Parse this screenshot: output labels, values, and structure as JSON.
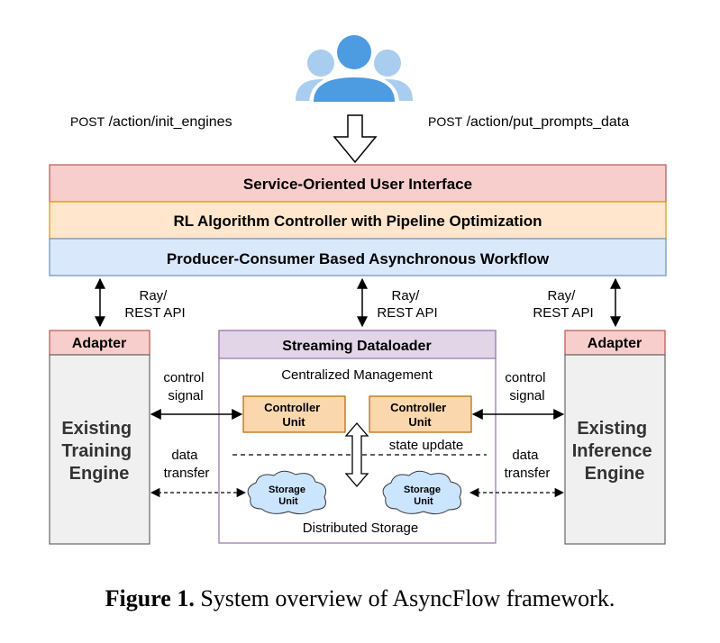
{
  "requests": {
    "left": {
      "method": "POST",
      "path": "/action/init_engines"
    },
    "right": {
      "method": "POST",
      "path": "/action/put_prompts_data"
    }
  },
  "layers": {
    "ui": "Service-Oriented User Interface",
    "controller": "RL Algorithm Controller with Pipeline Optimization",
    "workflow": "Producer-Consumer Based Asynchronous Workflow"
  },
  "links": {
    "ray_line1": "Ray/",
    "ray_line2": "REST API"
  },
  "training": {
    "adapter": "Adapter",
    "line1": "Existing",
    "line2": "Training",
    "line3": "Engine"
  },
  "inference": {
    "adapter": "Adapter",
    "line1": "Existing",
    "line2": "Inference",
    "line3": "Engine"
  },
  "dataloader": {
    "title": "Streaming Dataloader",
    "management": "Centralized Management",
    "controller_line1": "Controller",
    "controller_line2": "Unit",
    "storage_line1": "Storage",
    "storage_line2": "Unit",
    "state_update": "state update",
    "distributed_storage": "Distributed Storage"
  },
  "signals": {
    "control_line1": "control",
    "control_line2": "signal",
    "data_line1": "data",
    "data_line2": "transfer"
  },
  "caption": {
    "label": "Figure 1.",
    "text": "System overview of AsyncFlow framework."
  },
  "colors": {
    "ui_fill": "#f8cecc",
    "ui_stroke": "#b85450",
    "ctrl_fill": "#ffe6cc",
    "ctrl_stroke": "#d79b00",
    "workflow_fill": "#dae8fc",
    "workflow_stroke": "#6c8ebf",
    "engine_fill": "#f0f0f0",
    "engine_stroke": "#666666",
    "dataloader_header": "#e1d5e7",
    "dataloader_stroke": "#9673a6",
    "storage_fill": "#cce5ff",
    "storage_stroke": "#36393d",
    "user_icon": "#4d9be0",
    "user_icon_light": "#a9cdef"
  }
}
